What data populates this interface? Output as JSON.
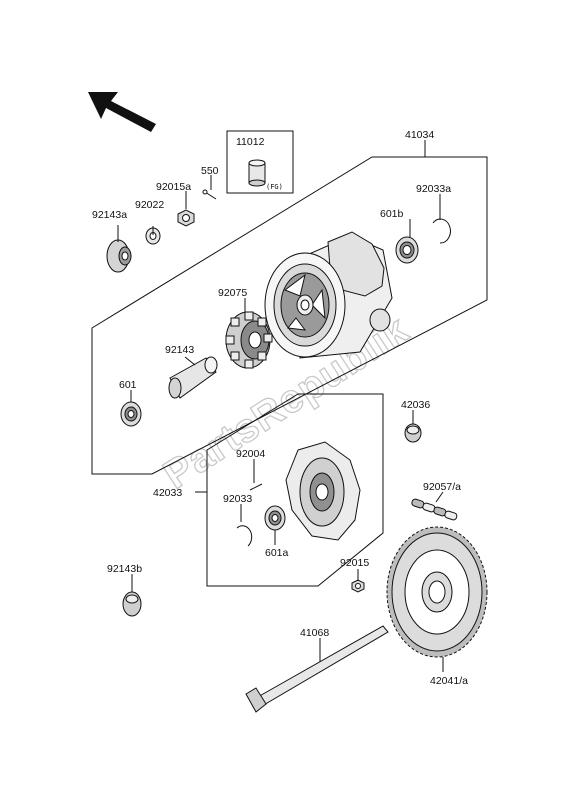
{
  "labels": {
    "p11012": "11012",
    "p_fg": "(FG)",
    "p550": "550",
    "p92015a": "92015a",
    "p92143a": "92143a",
    "p92022": "92022",
    "p41034": "41034",
    "p92033a": "92033a",
    "p601b": "601b",
    "p92075": "92075",
    "p92143": "92143",
    "p601": "601",
    "p42036": "42036",
    "p92004": "92004",
    "p42033": "42033",
    "p92033": "92033",
    "p601a": "601a",
    "p92057a": "92057/a",
    "p92143b": "92143b",
    "p92015": "92015",
    "p41068": "41068",
    "p42041a": "42041/a"
  },
  "watermark": "PartsRepublik",
  "icons": {
    "orientation": "front-direction-arrow-icon"
  },
  "colors": {
    "line": "#111111",
    "watermark": "#c9c9c9"
  }
}
